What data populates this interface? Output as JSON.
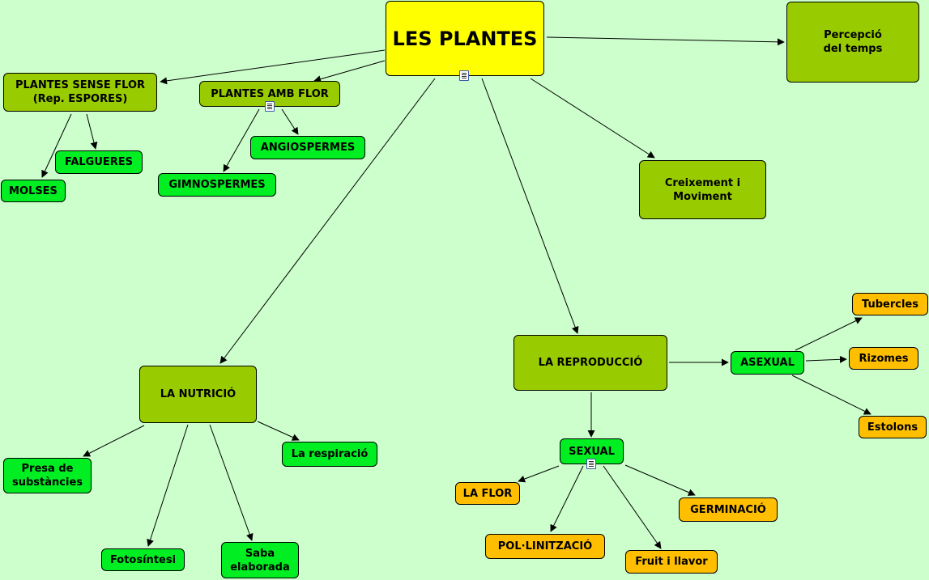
{
  "nodes": {
    "les_plantes": "LES PLANTES",
    "percepcio": "Percepció\ndel temps",
    "sense_flor": "PLANTES SENSE FLOR\n(Rep. ESPORES)",
    "amb_flor": "PLANTES AMB FLOR",
    "falgueres": "FALGUERES",
    "molses": "MOLSES",
    "angiospermes": "ANGIOSPERMES",
    "gimnospermes": "GIMNOSPERMES",
    "creixement": "Creixement i\nMoviment",
    "nutricio": "LA NUTRICIÓ",
    "reproduccio": "LA REPRODUCCIÓ",
    "asexual": "ASEXUAL",
    "tubercles": "Tubercles",
    "rizomes": "Rizomes",
    "estolons": "Estolons",
    "sexual": "SEXUAL",
    "la_flor": "LA FLOR",
    "germinacio": "GERMINACIÓ",
    "pol_linitzacio": "POL·LINITZACIÓ",
    "fruit_llavor": "Fruit i llavor",
    "presa": "Presa de\nsubstàncies",
    "respiracio": "La respiració",
    "fotosintesi": "Fotosíntesi",
    "saba": "Saba\nelaborada"
  },
  "colors": {
    "background": "#ccffcc",
    "root": "#ffff00",
    "category": "#99cc00",
    "subcategory": "#00ee22",
    "leaf": "#ffbf00"
  },
  "icons": [
    "document-icon",
    "document-icon",
    "document-icon"
  ]
}
